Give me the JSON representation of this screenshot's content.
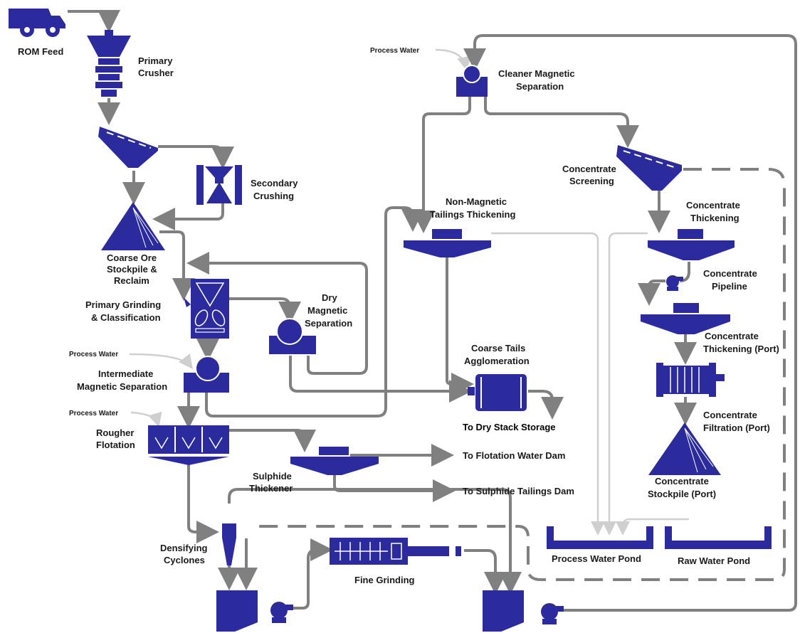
{
  "colors": {
    "equipment": "#2b2b9e",
    "pipe": "#808080",
    "light_pipe": "#cfcfcf",
    "background": "#ffffff"
  },
  "labels": {
    "rom_feed": "ROM Feed",
    "primary_crusher_1": "Primary",
    "primary_crusher_2": "Crusher",
    "secondary_crushing_1": "Secondary",
    "secondary_crushing_2": "Crushing",
    "coarse_ore_1": "Coarse Ore",
    "coarse_ore_2": "Stockpile &",
    "coarse_ore_3": "Reclaim",
    "primary_grinding_1": "Primary Grinding",
    "primary_grinding_2": "& Classification",
    "dry_mag_1": "Dry",
    "dry_mag_2": "Magnetic",
    "dry_mag_3": "Separation",
    "process_water_1": "Process Water",
    "process_water_2": "Process Water",
    "process_water_3": "Process Water",
    "intermediate_mag_1": "Intermediate",
    "intermediate_mag_2": "Magnetic Separation",
    "rougher_1": "Rougher",
    "rougher_2": "Flotation",
    "sulphide_1": "Sulphide",
    "sulphide_2": "Thickener",
    "densifying_1": "Densifying",
    "densifying_2": "Cyclones",
    "fine_grinding": "Fine Grinding",
    "cleaner_mag_1": "Cleaner Magnetic",
    "cleaner_mag_2": "Separation",
    "nonmag_1": "Non-Magnetic",
    "nonmag_2": "Tailings Thickening",
    "coarse_tails_1": "Coarse Tails",
    "coarse_tails_2": "Agglomeration",
    "to_dry_stack": "To Dry Stack Storage",
    "to_flotation_dam": "To Flotation Water Dam",
    "to_sulphide_dam": "To Sulphide Tailings Dam",
    "conc_screening_1": "Concentrate",
    "conc_screening_2": "Screening",
    "conc_thickening_1": "Concentrate",
    "conc_thickening_2": "Thickening",
    "conc_pipeline_1": "Concentrate",
    "conc_pipeline_2": "Pipeline",
    "conc_thick_port_1": "Concentrate",
    "conc_thick_port_2": "Thickening (Port)",
    "conc_filtration_1": "Concentrate",
    "conc_filtration_2": "Filtration (Port)",
    "conc_stockpile_1": "Concentrate",
    "conc_stockpile_2": "Stockpile (Port)",
    "process_water_pond": "Process Water Pond",
    "raw_water_pond": "Raw Water Pond"
  }
}
